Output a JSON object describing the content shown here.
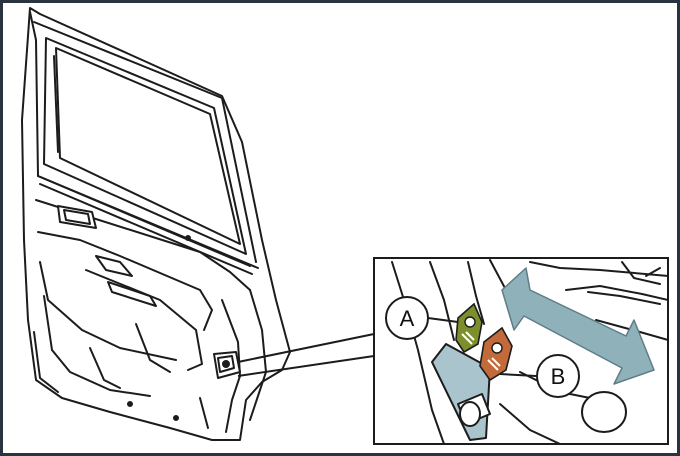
{
  "callouts": {
    "a": "A",
    "b": "B"
  },
  "colors": {
    "frame": "#2a3440",
    "line": "#1c1c1c",
    "arrow": "#8fb1ba",
    "arrow_stroke": "#5e7d86",
    "tab_a": "#7d8f2c",
    "tab_b": "#c26a3a",
    "handle": "#a9c4cc"
  },
  "icons": {
    "slide_direction": "double-headed-arrow-icon",
    "location_indicator": "zoom-callout-lines"
  }
}
